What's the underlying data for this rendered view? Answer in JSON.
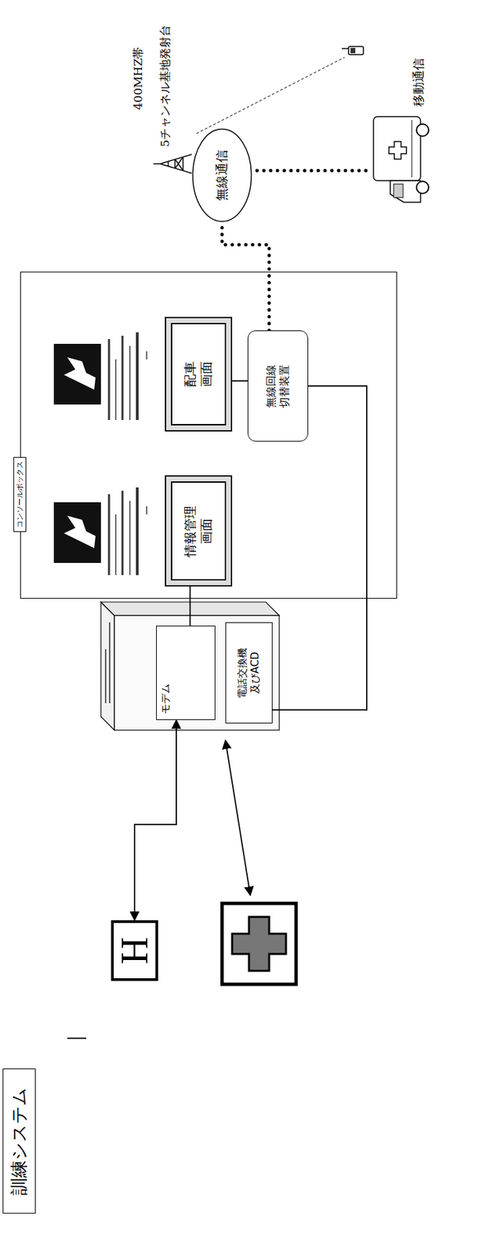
{
  "diagram": {
    "nodes": [
      {
        "text": [
          "訓練システム"
        ]
      },
      {
        "text": [
          "H"
        ]
      },
      {
        "text": [
          "モデム"
        ]
      },
      {
        "text": [
          "電話交換機 及びACD"
        ]
      },
      {
        "text": [
          "コンソールボックス"
        ]
      },
      {
        "text": [
          "情報管理 画面"
        ],
        "in": 4
      },
      {
        "text": [
          "配車 画面"
        ],
        "in": 4
      },
      {
        "text": [
          "無線回線 切替装置"
        ],
        "in": 4
      },
      {
        "text": [
          "無線通信"
        ]
      }
    ],
    "edges": [
      {
        "from": 1,
        "to": 2,
        "arrow": "both"
      },
      {
        "from": 5,
        "to": 2,
        "arrow": "none"
      },
      {
        "from": 6,
        "to": 7,
        "arrow": "none"
      },
      {
        "from": 7,
        "to": 3,
        "arrow": "none"
      },
      {
        "from": 7,
        "to": 8,
        "arrow": "none"
      }
    ],
    "labels": [
      "400MHZ帯",
      "5チャンネル基地発射台",
      "移動通信"
    ]
  }
}
